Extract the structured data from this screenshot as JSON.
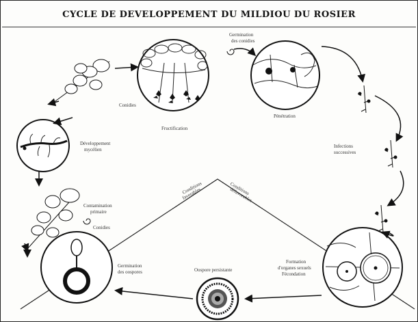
{
  "title": "CYCLE DE DEVELOPPEMENT DU MILDIOU DU ROSIER",
  "labels": {
    "germination_conidies": [
      "Germination",
      "des conidies"
    ],
    "conidies_top": "Conidies",
    "fructification": "Fructification",
    "penetration": "Pénétration",
    "infections_successives": [
      "Infections",
      "successives"
    ],
    "developpement_mycelien": [
      "Développement",
      "mycélien"
    ],
    "contamination_primaire": [
      "Contamination",
      "primaire"
    ],
    "conidies_left": "Conidies",
    "conditions_favorables": [
      "Conditions",
      "favorables"
    ],
    "conditions_defavorables": [
      "Conditions",
      "défavorables"
    ],
    "germination_oospores": [
      "Germination",
      "des oospores"
    ],
    "oospore_persistante": "Oospore persistante",
    "formation_organes_sexuels": [
      "Formation",
      "d'organes sexuels",
      "Fécondation"
    ]
  },
  "colors": {
    "ink": "#111111",
    "paper": "#fdfdfb"
  }
}
